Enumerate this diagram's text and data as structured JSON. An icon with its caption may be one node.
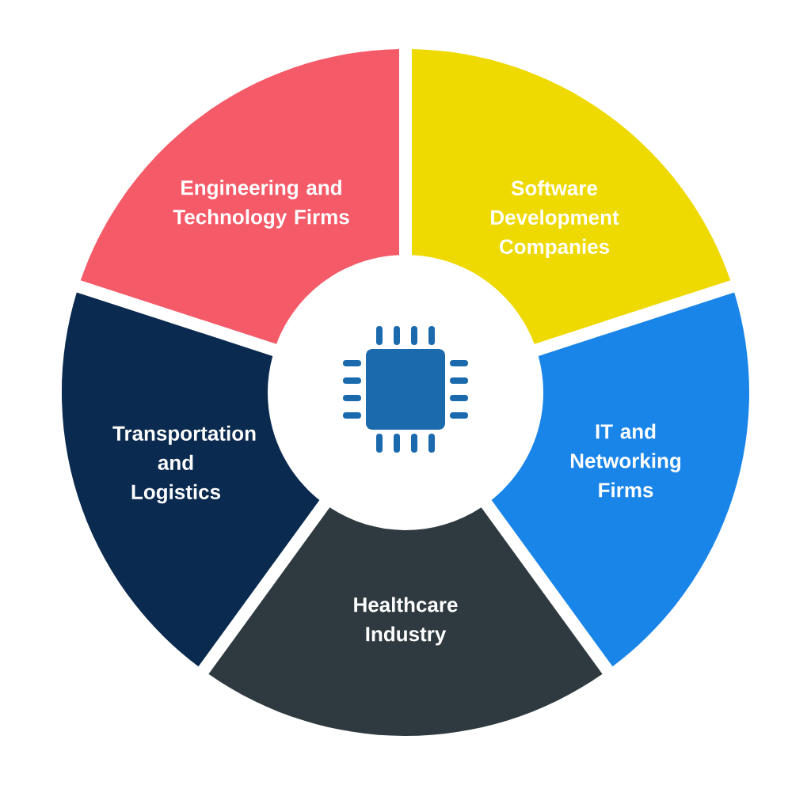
{
  "diagram": {
    "nodes": [
      {
        "text": [
          "Engineering and Technology Firms"
        ]
      },
      {
        "text": [
          "Software Development Companies"
        ]
      },
      {
        "text": [
          "Transportation and Logistics"
        ]
      },
      {
        "text": [
          "IT and Networking Firms"
        ]
      },
      {
        "text": [
          "Healthcare Industry"
        ]
      }
    ]
  }
}
